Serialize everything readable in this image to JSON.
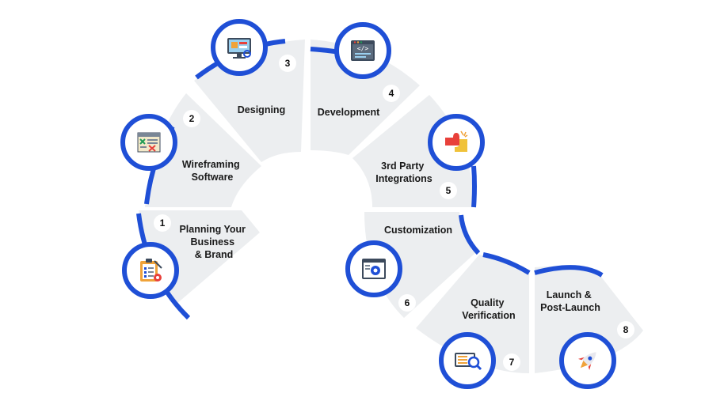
{
  "steps": [
    {
      "number": "1",
      "lines": [
        "Planning Your",
        "Business",
        "& Brand"
      ],
      "icon": "checklist-icon"
    },
    {
      "number": "2",
      "lines": [
        "Wireframing",
        "Software"
      ],
      "icon": "wireframe-icon"
    },
    {
      "number": "3",
      "lines": [
        "Designing"
      ],
      "icon": "design-monitor-icon"
    },
    {
      "number": "4",
      "lines": [
        "Development"
      ],
      "icon": "code-window-icon"
    },
    {
      "number": "5",
      "lines": [
        "3rd Party",
        "Integrations"
      ],
      "icon": "puzzle-icon"
    },
    {
      "number": "6",
      "lines": [
        "Customization"
      ],
      "icon": "settings-window-icon"
    },
    {
      "number": "7",
      "lines": [
        "Quality",
        "Verification"
      ],
      "icon": "magnifier-screen-icon"
    },
    {
      "number": "8",
      "lines": [
        "Launch &",
        "Post-Launch"
      ],
      "icon": "rocket-icon"
    }
  ],
  "colors": {
    "accent": "#1f4fd6",
    "segment": "#eceef0"
  }
}
